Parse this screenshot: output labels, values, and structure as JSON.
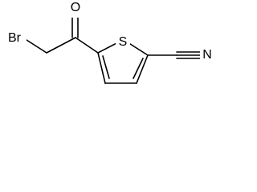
{
  "structure": {
    "atoms": {
      "bromine": "Br",
      "oxygen": "O",
      "sulfur": "S",
      "nitrogen": "N"
    }
  }
}
